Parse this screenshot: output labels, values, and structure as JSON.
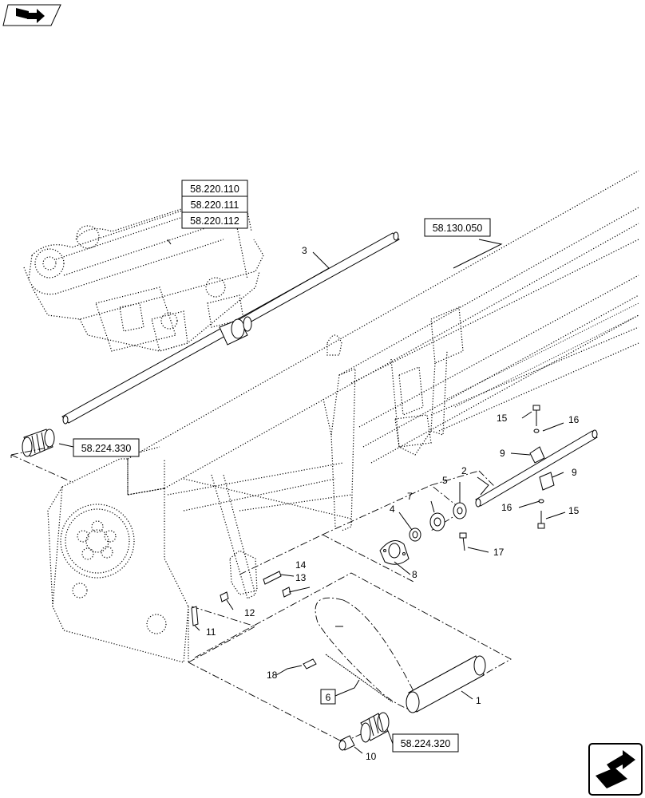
{
  "nav": {
    "top_icon": "book-arrow-icon",
    "bottom_icon": "return-arrow-icon"
  },
  "references": {
    "r_58_220_110": "58.220.110",
    "r_58_220_111": "58.220.111",
    "r_58_220_112": "58.220.112",
    "r_58_130_050": "58.130.050",
    "r_58_224_330": "58.224.330",
    "r_58_224_320": "58.224.320"
  },
  "callouts": {
    "c1": "1",
    "c2": "2",
    "c3": "3",
    "c4": "4",
    "c5": "5",
    "c6": "6",
    "c7": "7",
    "c8": "8",
    "c9a": "9",
    "c9b": "9",
    "c10": "10",
    "c11": "11",
    "c12": "12",
    "c13": "13",
    "c14": "14",
    "c15a": "15",
    "c15b": "15",
    "c16a": "16",
    "c16b": "16",
    "c17": "17",
    "c18": "18"
  }
}
